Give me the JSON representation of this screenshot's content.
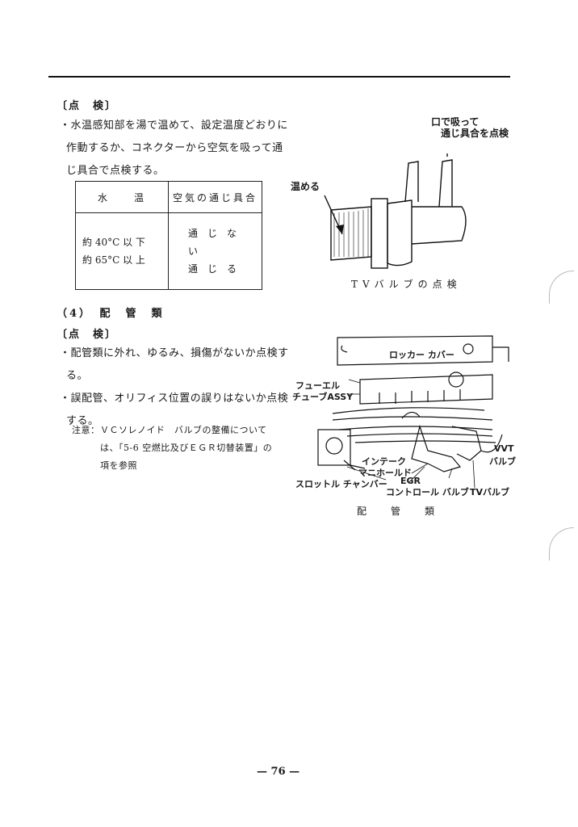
{
  "section1": {
    "heading": "〔点　検〕",
    "text_lines": [
      "・水温感知部を湯で温めて、設定温度どおりに",
      "作動するか、コネクターから空気を吸って通",
      "じ具合で点検する。"
    ],
    "table": {
      "headers": [
        "水　　温",
        "空気の通じ具合"
      ],
      "rows": [
        [
          "約 40°C 以 下",
          "通　じ　な　い"
        ],
        [
          "約 65°C 以 上",
          "通　じ　る"
        ]
      ]
    }
  },
  "figure1": {
    "label_warm": "温める",
    "label_suck": "口で吸って",
    "label_check": "通じ具合を点検",
    "caption": "TVバルブの点検"
  },
  "section2": {
    "title": "（4）　配　管　類",
    "heading": "〔点　検〕",
    "bullet1_lines": [
      "・配管類に外れ、ゆるみ、損傷がないか点検す",
      "る。"
    ],
    "bullet2_lines": [
      "・誤配管、オリフィス位置の誤りはないか点検",
      "する。"
    ],
    "note_label": "注意：",
    "note_lines": [
      "ＶＣソレノイド　バルブの整備について",
      "は、「5-6 空燃比及びＥＧＲ切替装置」の",
      "項を参照"
    ]
  },
  "figure2": {
    "label_rocker": "ロッカー カバー",
    "label_fuel1": "フューエル",
    "label_fuel2": "チューブASSY",
    "label_vvt1": "VVT",
    "label_vvt2": "バルブ",
    "label_intake1": "インテーク",
    "label_intake2": "マニホールド",
    "label_throttle": "スロットル チャンバー",
    "label_egr1": "EGR",
    "label_egr2": "コントロール バルブ",
    "label_tv": "TVバルブ",
    "caption": "配　　管　　類"
  },
  "page": {
    "number": "— 76 —"
  }
}
